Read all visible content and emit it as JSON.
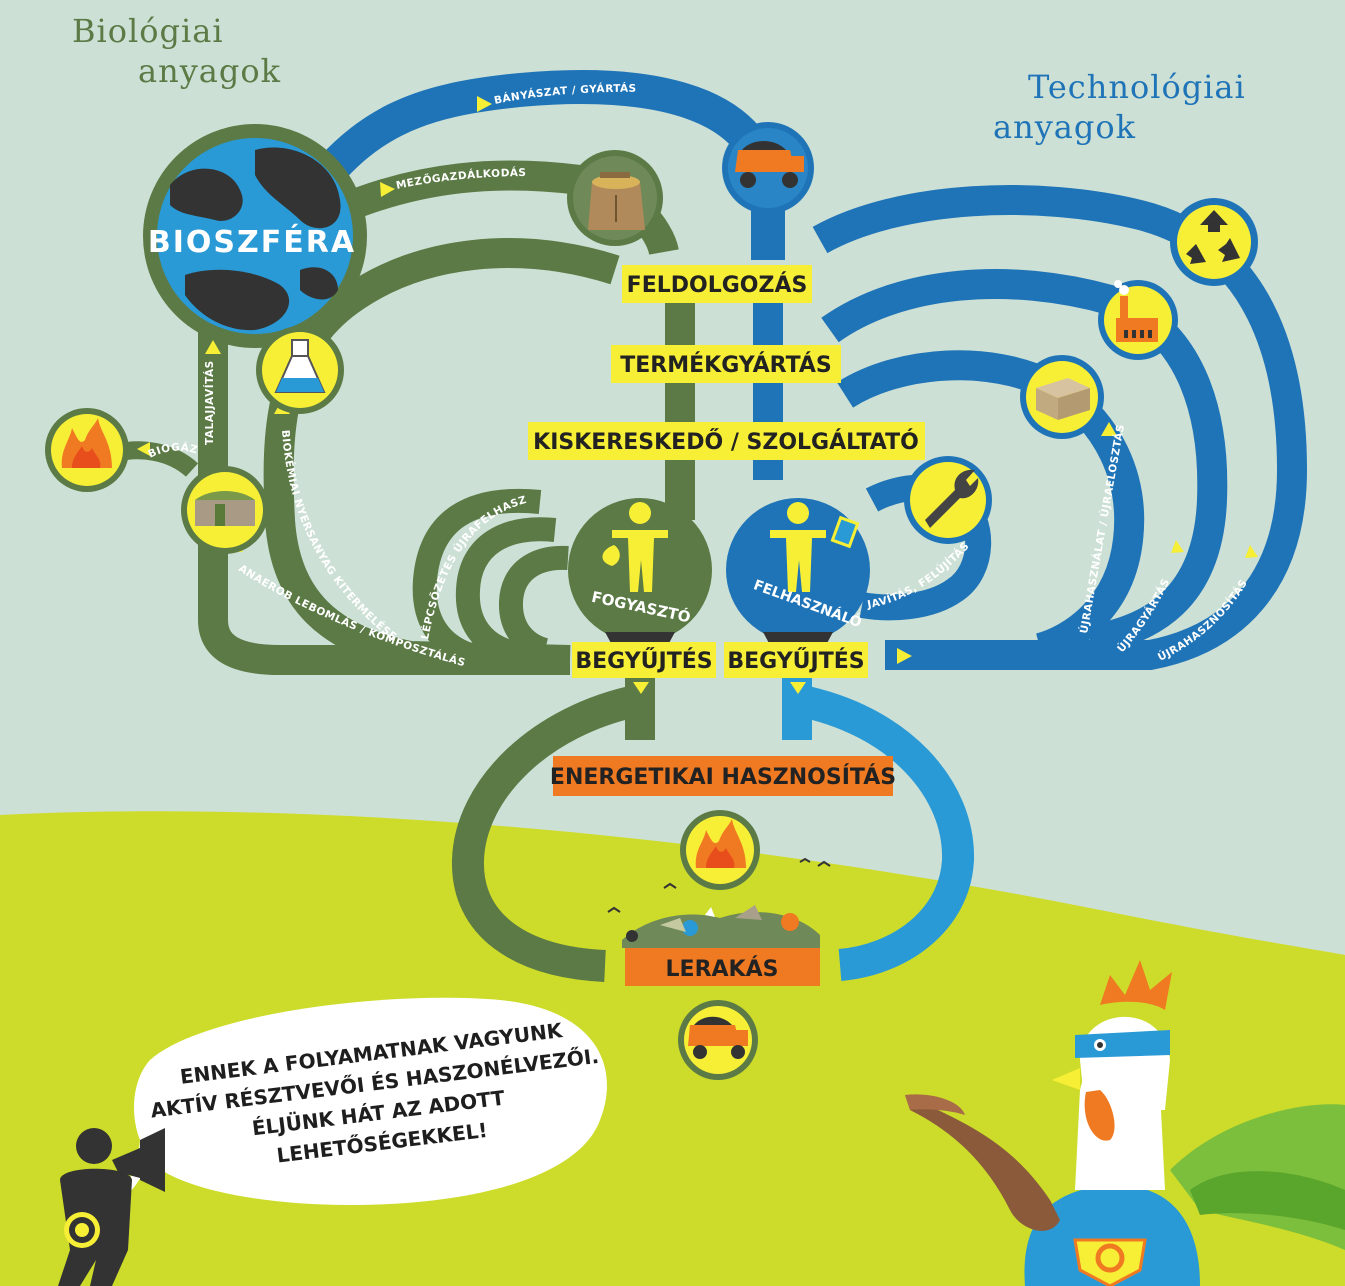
{
  "sections": {
    "biological": [
      "Biológiai",
      "anyagok"
    ],
    "technological": [
      "Technológiai",
      "anyagok"
    ]
  },
  "biosphere": "BIOSZFÉRA",
  "stages": {
    "processing": "FELDOLGOZÁS",
    "manufacturing": "TERMÉKGYÁRTÁS",
    "retail": "KISKERESKEDŐ / SZOLGÁLTATÓ",
    "collection_bio": "BEGYŰJTÉS",
    "collection_tech": "BEGYŰJTÉS",
    "energy": "ENERGETIKAI HASZNOSÍTÁS",
    "landfill": "LERAKÁS"
  },
  "actors": {
    "consumer": "FOGYASZTÓ",
    "user": "FELHASZNÁLÓ"
  },
  "flows": {
    "mining": "BÁNYÁSZAT / GYÁRTÁS",
    "agriculture": "MEZŐGAZDÁLKODÁS",
    "soil": "TALAJJAVÍTÁS",
    "biogas": "BIOGÁZ",
    "anaerobic": "ANAEROB LEBOMLÁS / KOMPOSZTÁLÁS",
    "biochem": "BIOKÉMIAI NYERSANYAG KITERMELÉSE",
    "cascade": "LÉPCSŐZETES ÚJRAFELHASZNÁLÁS",
    "repair": "JAVÍTÁS, FELÚJÍTÁS",
    "reuse": "ÚJRAHASZNÁLAT / ÚJRAELOSZTÁS",
    "remanufacture": "ÚJRAGYÁRTÁS",
    "recycle": "ÚJRAHASZNOSÍTÁS"
  },
  "speech": [
    "ENNEK A FOLYAMATNAK VAGYUNK",
    "AKTÍV RÉSZTVEVŐI ÉS HASZONÉLVEZŐI.",
    "ÉLJÜNK HÁT AZ ADOTT",
    "LEHETŐSÉGEKKEL!"
  ],
  "colors": {
    "sky": "#cde0d5",
    "grass": "#cddc2a",
    "bio": "#5b7a45",
    "tech": "#1f74b8",
    "tech_light": "#2a9ad6",
    "label_bg": "#f7ef36",
    "orange": "#f07a22",
    "dark": "#333333"
  }
}
